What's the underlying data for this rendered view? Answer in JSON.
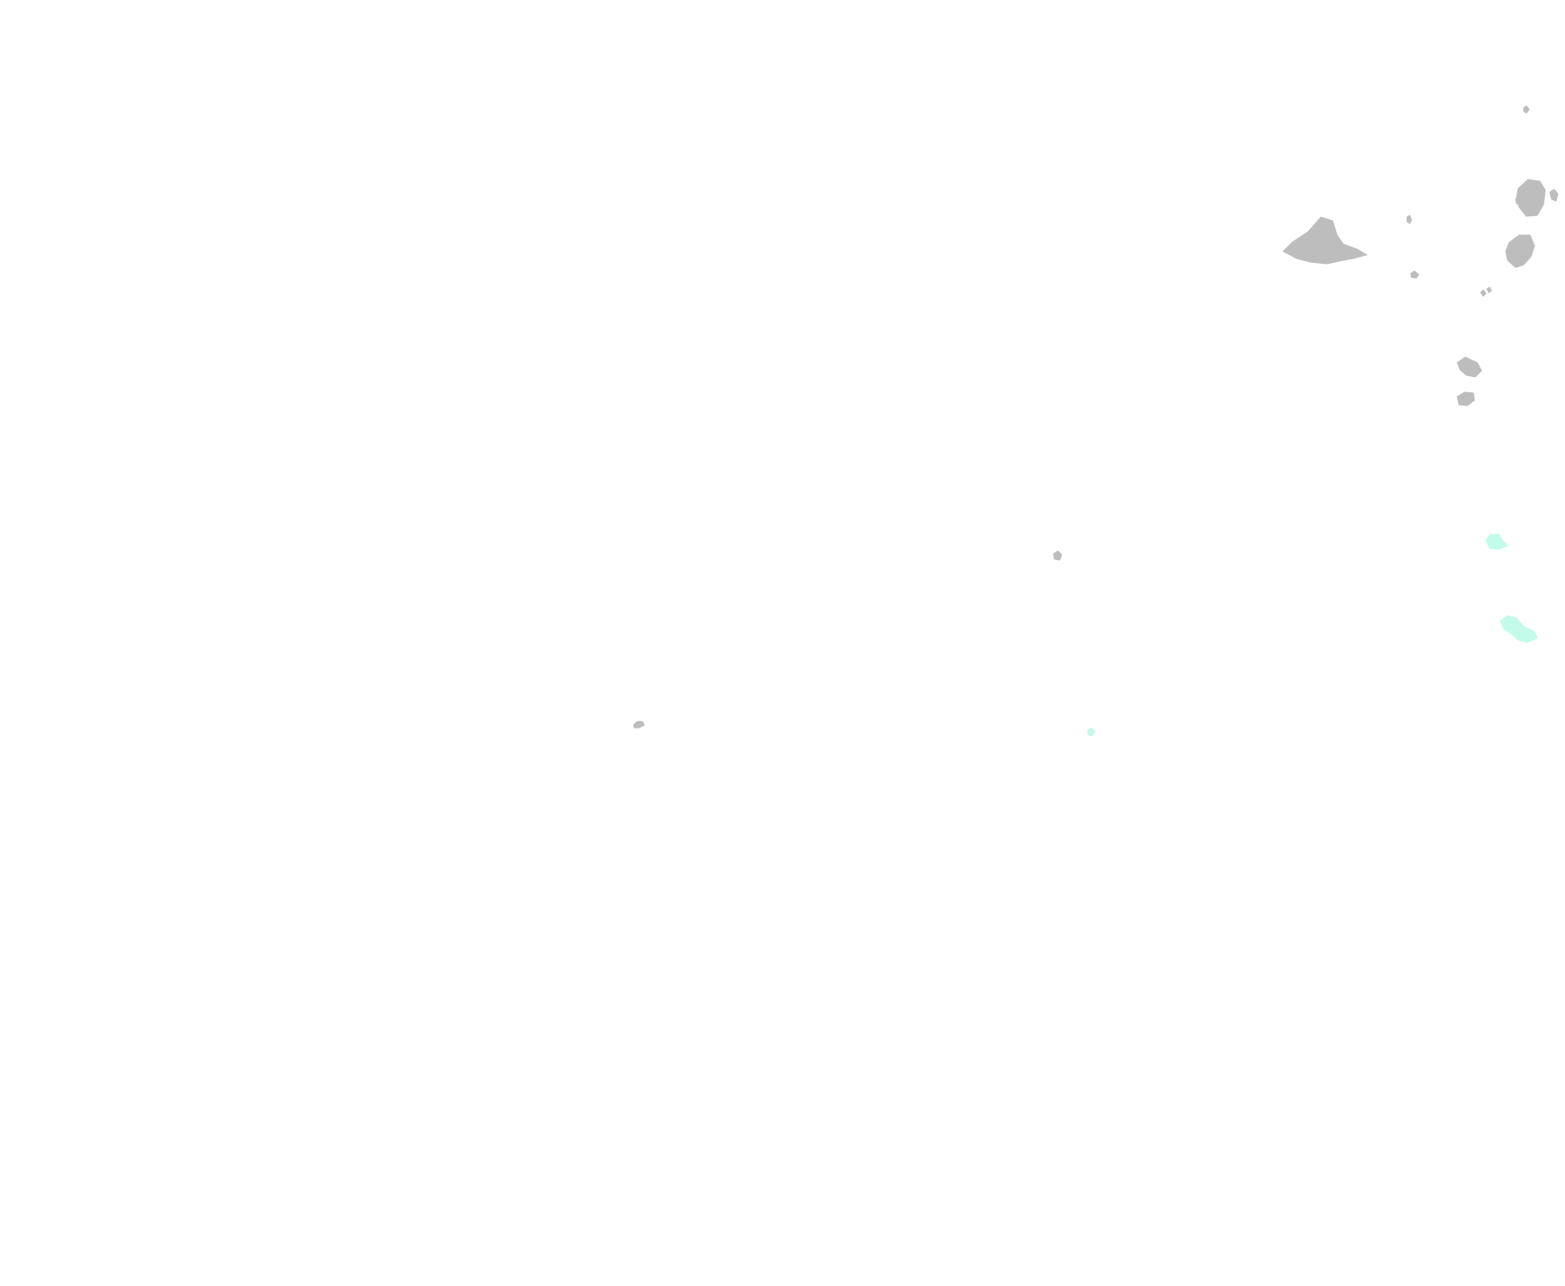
{
  "map": {
    "background_color": "#ffffff",
    "colors": {
      "gray_landmass": "#bdbdbd",
      "highlight_landmass": "#c2fbea"
    },
    "landmass_groups": [
      {
        "name": "gray",
        "color_key": "gray_landmass",
        "count": 14
      },
      {
        "name": "highlight",
        "color_key": "highlight_landmass",
        "count": 3
      }
    ]
  }
}
